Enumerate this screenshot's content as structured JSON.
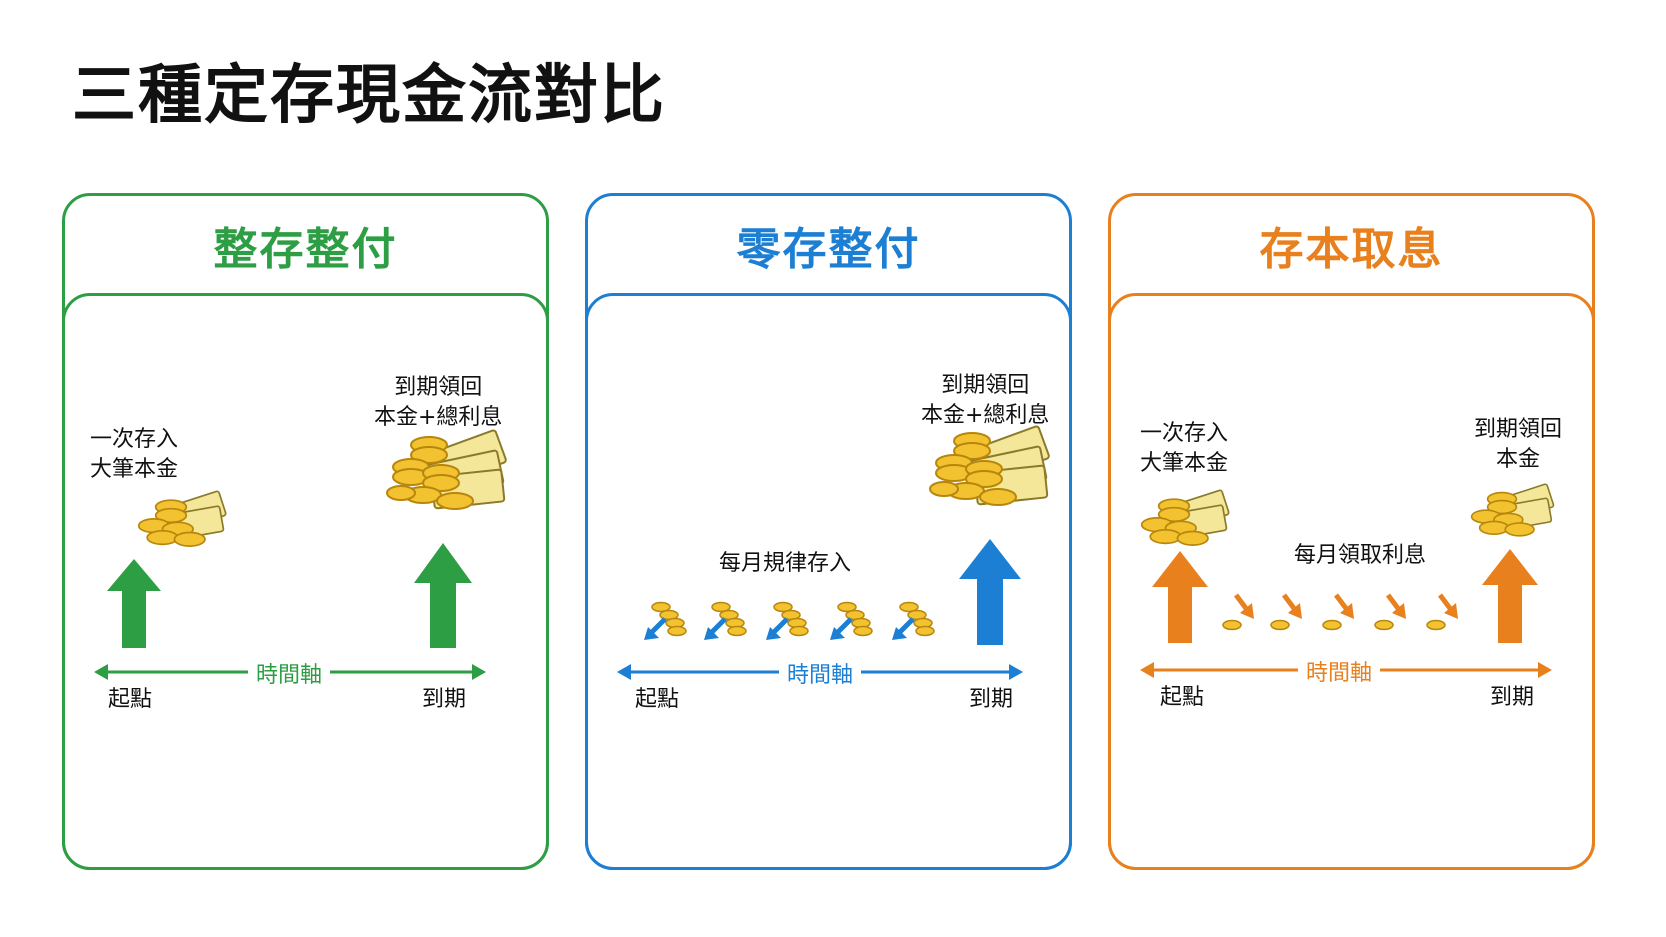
{
  "page": {
    "title": "三種定存現金流對比"
  },
  "panels": [
    {
      "title": "整存整付",
      "color": "#2e9e44",
      "start_labels": [
        "一次存入",
        "大筆本金"
      ],
      "end_labels": [
        "到期領回",
        "本金+總利息"
      ],
      "axis_label": "時間軸",
      "axis_start": "起點",
      "axis_end": "到期"
    },
    {
      "title": "零存整付",
      "color": "#1c7fd4",
      "middle_label": "每月規律存入",
      "end_labels": [
        "到期領回",
        "本金+總利息"
      ],
      "axis_label": "時間軸",
      "axis_start": "起點",
      "axis_end": "到期"
    },
    {
      "title": "存本取息",
      "color": "#e8801e",
      "start_labels": [
        "一次存入",
        "大筆本金"
      ],
      "middle_label": "每月領取利息",
      "end_labels": [
        "到期領回",
        "本金"
      ],
      "axis_label": "時間軸",
      "axis_start": "起點",
      "axis_end": "到期"
    }
  ],
  "colors": {
    "coin": "#f2c230",
    "coin_edge": "#b8860b",
    "cash": "#f4e79a",
    "cash_edge": "#8a7a2a"
  }
}
